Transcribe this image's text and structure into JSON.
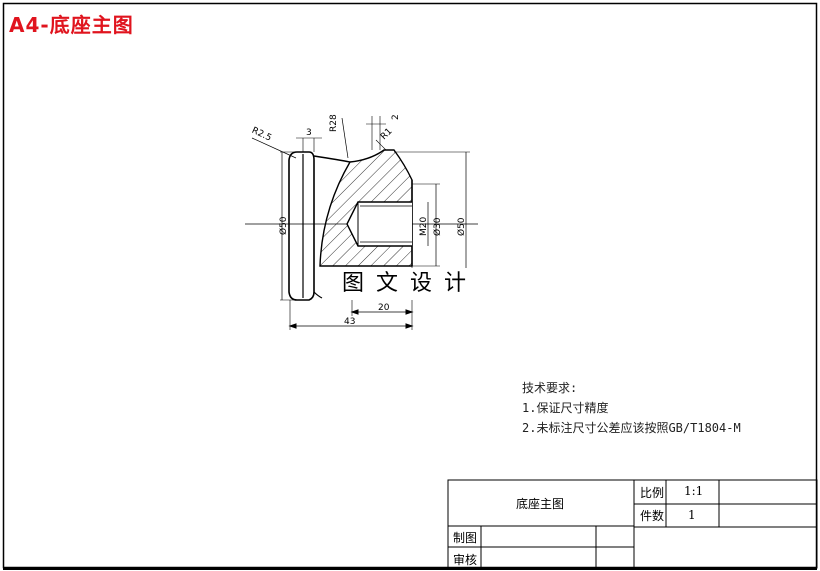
{
  "sheet": {
    "title": "A4-底座主图",
    "watermark": "图文设计"
  },
  "dimensions": {
    "r2_5": "R2.5",
    "w3": "3",
    "r28": "R28",
    "w2": "2",
    "r1": "R1",
    "dia50_left": "Ø50",
    "m20": "M20",
    "dia30": "Ø30",
    "dia50_right": "Ø50",
    "len20": "20",
    "len43": "43"
  },
  "notes": {
    "heading": "技术要求:",
    "items": [
      "1.保证尺寸精度",
      "2.未标注尺寸公差应该按照GB/T1804-M"
    ]
  },
  "title_block": {
    "part_name": "底座主图",
    "scale_label": "比例",
    "scale_value": "1:1",
    "qty_label": "件数",
    "qty_value": "1",
    "drawn_label": "制图",
    "checked_label": "审核"
  }
}
